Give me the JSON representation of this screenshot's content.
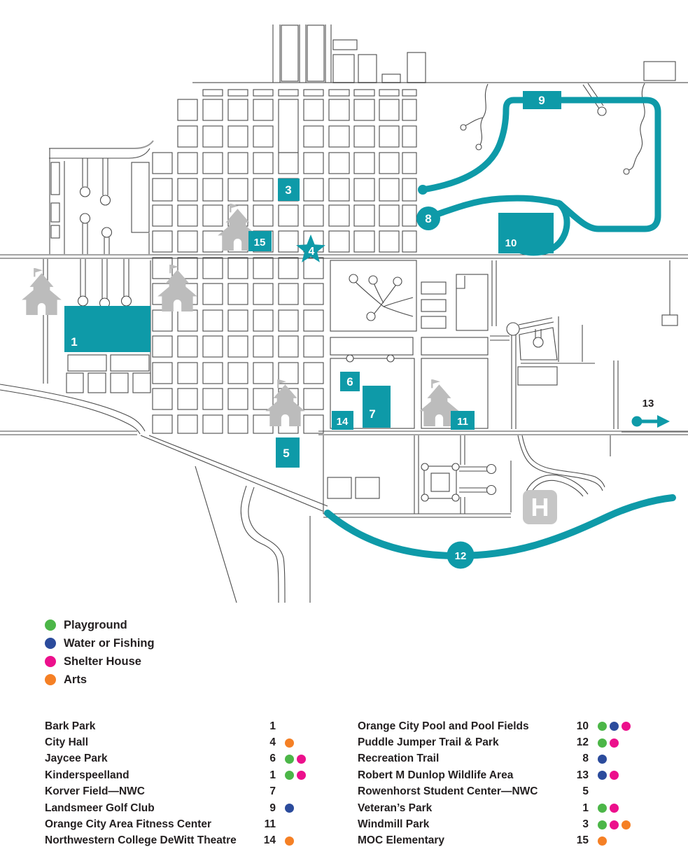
{
  "palette": {
    "teal": "#0e9aa8",
    "green": "#4cb648",
    "blue": "#2b4b9c",
    "pink": "#ec108c",
    "orange": "#f58025",
    "ink": "#231f20",
    "icon_gray": "#bcbcbc",
    "street": "#4a4a4a",
    "road_gray": "#9b9b9b"
  },
  "map": {
    "hospital_label": "H",
    "markers": {
      "m1": {
        "label": "1"
      },
      "m3": {
        "label": "3"
      },
      "m4": {
        "label": "4"
      },
      "m5": {
        "label": "5"
      },
      "m6": {
        "label": "6"
      },
      "m7": {
        "label": "7"
      },
      "m8": {
        "label": "8"
      },
      "m9": {
        "label": "9"
      },
      "m10": {
        "label": "10"
      },
      "m11": {
        "label": "11"
      },
      "m12": {
        "label": "12"
      },
      "m13": {
        "label": "13"
      },
      "m14": {
        "label": "14"
      },
      "m15": {
        "label": "15"
      }
    }
  },
  "legend": {
    "items": [
      {
        "label": "Playground",
        "color": "green"
      },
      {
        "label": "Water or Fishing",
        "color": "blue"
      },
      {
        "label": "Shelter House",
        "color": "pink"
      },
      {
        "label": "Arts",
        "color": "orange"
      }
    ]
  },
  "directory": {
    "left": [
      {
        "name": "Bark Park",
        "number": "1",
        "dots": []
      },
      {
        "name": "City Hall",
        "number": "4",
        "dots": [
          "orange"
        ]
      },
      {
        "name": "Jaycee Park",
        "number": "6",
        "dots": [
          "green",
          "pink"
        ]
      },
      {
        "name": "Kinderspeelland",
        "number": "1",
        "dots": [
          "green",
          "pink"
        ]
      },
      {
        "name": "Korver Field—NWC",
        "number": "7",
        "dots": []
      },
      {
        "name": "Landsmeer Golf Club",
        "number": "9",
        "dots": [
          "blue"
        ]
      },
      {
        "name": "Orange City Area Fitness Center",
        "number": "11",
        "dots": []
      },
      {
        "name": "Northwestern College DeWitt Theatre",
        "number": "14",
        "dots": [
          "orange"
        ]
      }
    ],
    "right": [
      {
        "name": "Orange City Pool and Pool Fields",
        "number": "10",
        "dots": [
          "green",
          "blue",
          "pink"
        ]
      },
      {
        "name": "Puddle Jumper Trail & Park",
        "number": "12",
        "dots": [
          "green",
          "pink"
        ]
      },
      {
        "name": "Recreation Trail",
        "number": "8",
        "dots": [
          "blue"
        ]
      },
      {
        "name": "Robert M Dunlop Wildlife Area",
        "number": "13",
        "dots": [
          "blue",
          "pink"
        ]
      },
      {
        "name": "Rowenhorst Student Center—NWC",
        "number": "5",
        "dots": []
      },
      {
        "name": "Veteran’s Park",
        "number": "1",
        "dots": [
          "green",
          "pink"
        ]
      },
      {
        "name": "Windmill Park",
        "number": "3",
        "dots": [
          "green",
          "pink",
          "orange"
        ]
      },
      {
        "name": "MOC Elementary",
        "number": "15",
        "dots": [
          "orange"
        ]
      }
    ]
  }
}
